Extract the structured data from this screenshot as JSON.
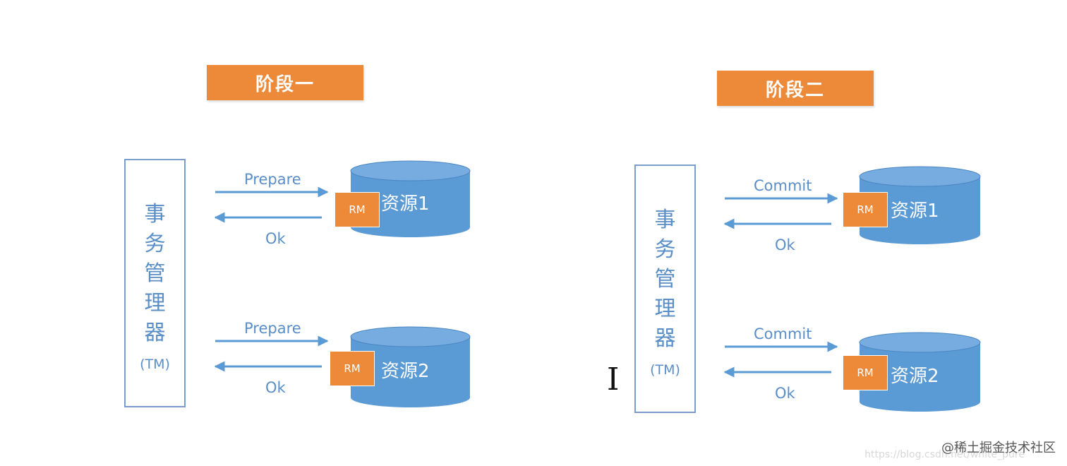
{
  "phases": [
    {
      "title": "阶段一",
      "tm": {
        "chars": [
          "事",
          "务",
          "管",
          "理",
          "器"
        ],
        "abbr": "(TM)"
      },
      "flows": [
        {
          "request": "Prepare",
          "response": "Ok",
          "rm": "RM",
          "resource": "资源1"
        },
        {
          "request": "Prepare",
          "response": "Ok",
          "rm": "RM",
          "resource": "资源2"
        }
      ]
    },
    {
      "title": "阶段二",
      "tm": {
        "chars": [
          "事",
          "务",
          "管",
          "理",
          "器"
        ],
        "abbr": "(TM)"
      },
      "flows": [
        {
          "request": "Commit",
          "response": "Ok",
          "rm": "RM",
          "resource": "资源1"
        },
        {
          "request": "Commit",
          "response": "Ok",
          "rm": "RM",
          "resource": "资源2"
        }
      ]
    }
  ],
  "watermark": {
    "brand": "@稀土掘金技术社区",
    "url": "https://blog.csdn.net/white_pure"
  },
  "colors": {
    "orange": "#ed8a3a",
    "blue": "#5b9bd5",
    "blue_dark": "#4a86c2",
    "text_blue": "#5a8ec7"
  },
  "icons": {
    "cursor": "text-cursor-icon"
  }
}
